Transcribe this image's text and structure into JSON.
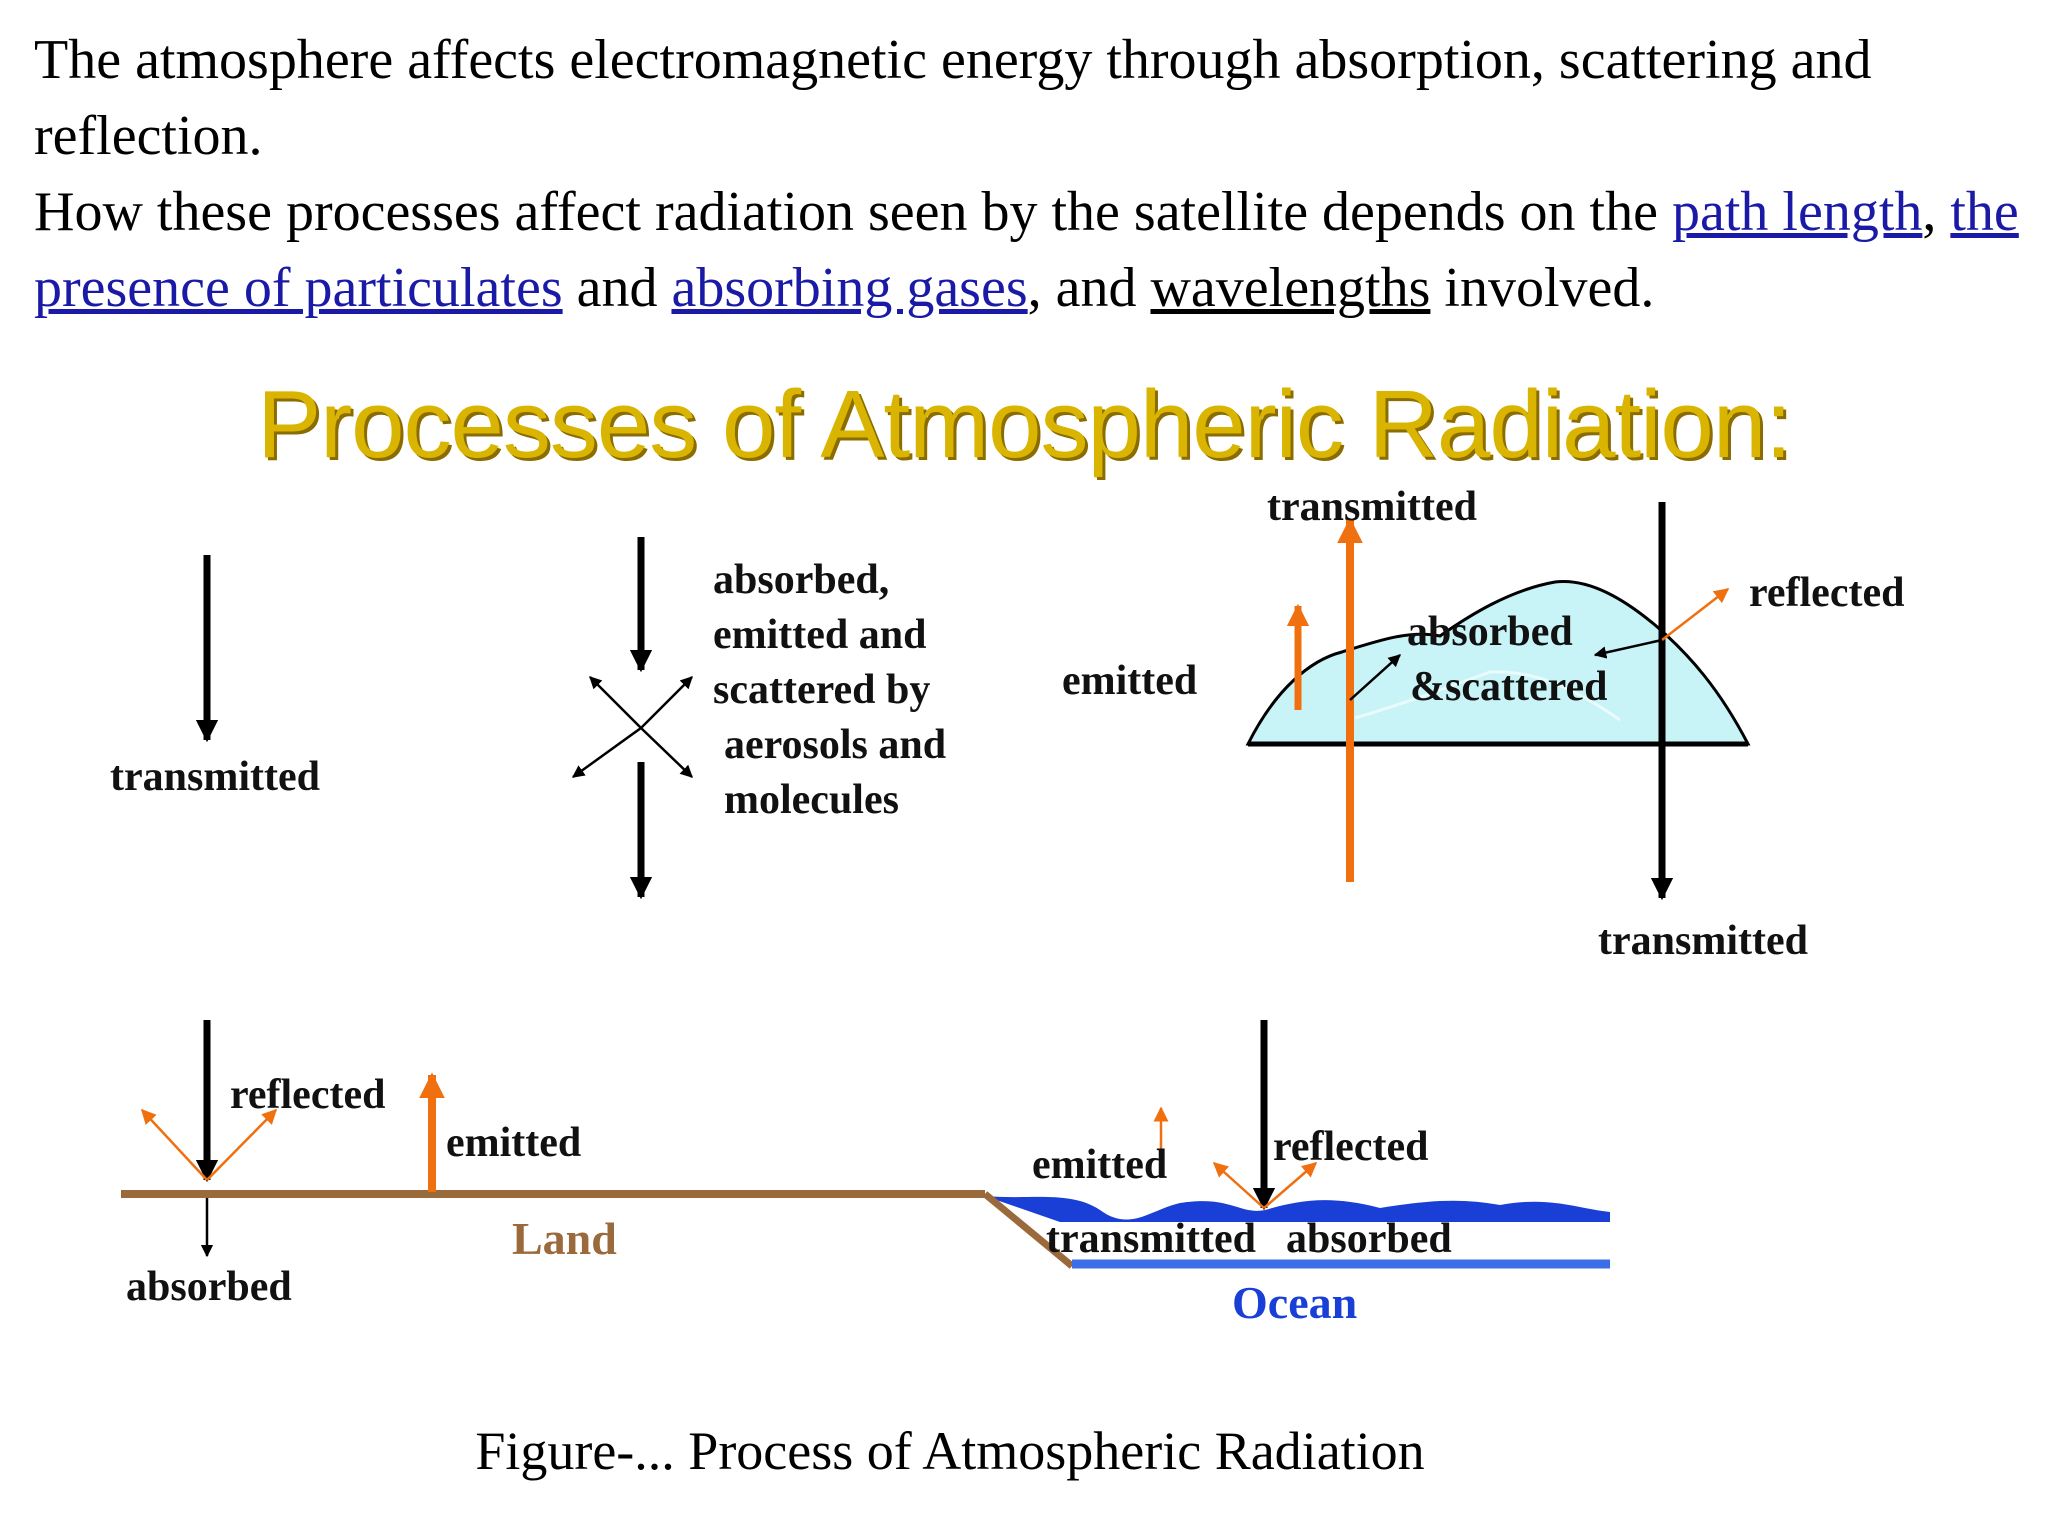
{
  "intro": {
    "para1": "The atmosphere affects electromagnetic energy through absorption, scattering and reflection.",
    "para2_start": "How these processes affect radiation seen by the satellite depends on the ",
    "link_path_length": "path length",
    "sep1": ", ",
    "link_particulates": "the presence of particulates",
    "sep2": " and ",
    "link_gases": "absorbing gases",
    "sep3": ", and ",
    "wavelengths": "wavelengths",
    "para2_end": " involved."
  },
  "diagram": {
    "title": "Processes  of Atmospheric Radiation:",
    "labels": {
      "transmitted_left": "transmitted",
      "scatter_line1": "absorbed,",
      "scatter_line2": "emitted and",
      "scatter_line3": "scattered by",
      "scatter_line4": "aerosols and",
      "scatter_line5": "molecules",
      "transmitted_cloud_top": "transmitted",
      "reflected_cloud": "reflected",
      "emitted_cloud": "emitted",
      "absorbed_cloud": "absorbed",
      "scattered_cloud": "&scattered",
      "transmitted_cloud_bottom": "transmitted",
      "reflected_land": "reflected",
      "emitted_land": "emitted",
      "absorbed_land": "absorbed",
      "land": "Land",
      "emitted_ocean": "emitted",
      "reflected_ocean": "reflected",
      "transmitted_ocean": "transmitted",
      "absorbed_ocean": "absorbed",
      "ocean": "Ocean"
    },
    "colors": {
      "emission": "#f07010",
      "land": "#9b6a3c",
      "ocean": "#1a3fd6",
      "cloud": "#c8f4f8",
      "title": "#d9b400"
    }
  },
  "caption": "Figure-... Process of  Atmospheric Radiation"
}
